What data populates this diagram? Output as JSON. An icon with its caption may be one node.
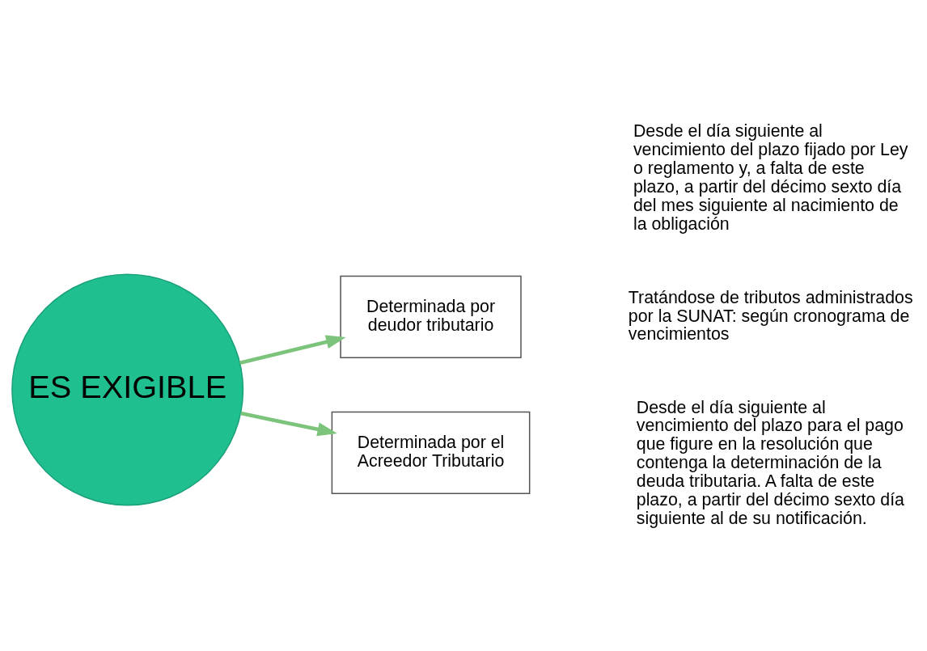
{
  "diagram": {
    "nodes": [
      {
        "text": [
          "ES EXIGIBLE"
        ]
      },
      {
        "text": [
          "Determinada por deudor tributario"
        ]
      },
      {
        "text": [
          "Determinada por el Acreedor Tributario"
        ]
      }
    ],
    "edges": [
      {
        "from": 0,
        "to": 1,
        "arrow": "to"
      },
      {
        "from": 0,
        "to": 2,
        "arrow": "to"
      }
    ],
    "labels": [
      "Desde el día siguiente al vencimiento del plazo fijado por Ley o reglamento y, a falta de este plazo, a partir del décimo sexto día del mes siguiente al nacimiento de la obligación",
      "Tratándose de tributos administrados por la SUNAT: según cronograma de vencimientos",
      "Desde el día siguiente al vencimiento del plazo para el pago que figure en la resolución que contenga la determinación de la deuda tributaria. A falta de este plazo, a partir del décimo sexto día siguiente al de su notificación."
    ]
  }
}
